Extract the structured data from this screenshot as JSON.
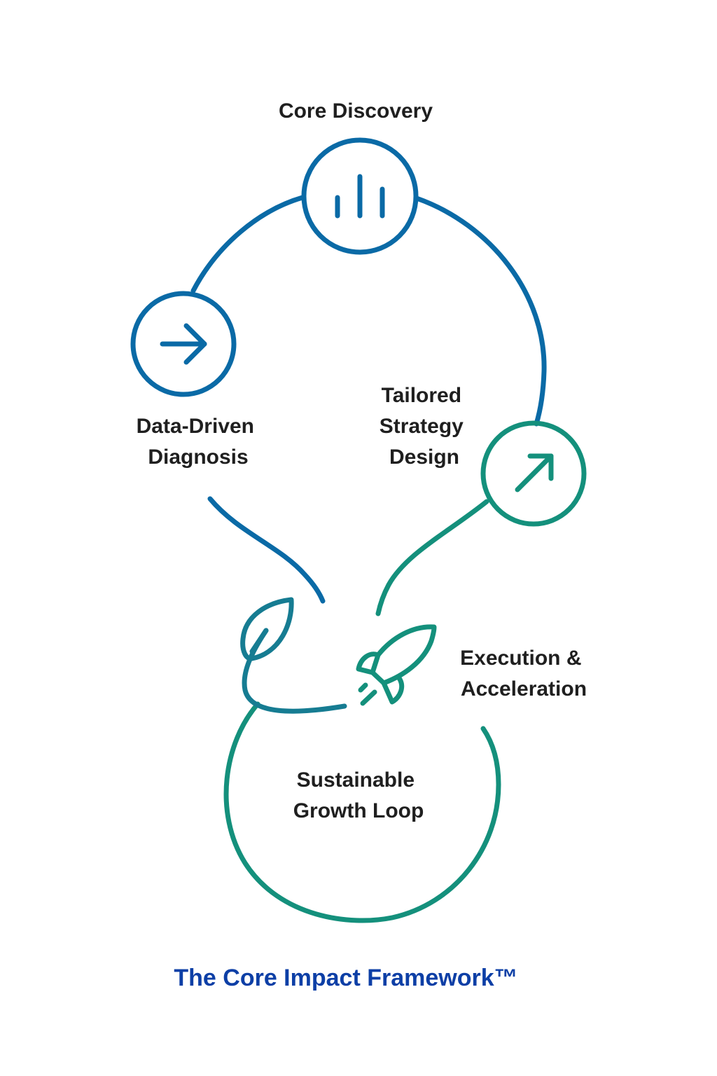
{
  "colors": {
    "blue": "#0a6aa6",
    "teal": "#14907c",
    "title_blue": "#0d3fa6",
    "text": "#1f1f1f"
  },
  "stages": [
    {
      "id": "core-discovery",
      "lines": [
        "Core Discovery"
      ],
      "icon": "bar-chart-icon"
    },
    {
      "id": "data-driven-diagnosis",
      "lines": [
        "Data-Driven",
        "Diagnosis"
      ],
      "icon": "arrow-right-icon"
    },
    {
      "id": "tailored-strategy-design",
      "lines": [
        "Tailored",
        "Strategy",
        "Design"
      ],
      "icon": "arrow-up-right-icon"
    },
    {
      "id": "execution-acceleration",
      "lines": [
        "Execution &",
        "Acceleration"
      ],
      "icon": "rocket-icon"
    },
    {
      "id": "sustainable-growth-loop",
      "lines": [
        "Sustainable",
        "Growth Loop"
      ],
      "icon": "leaf-icon"
    }
  ],
  "title": "The Core Impact Framework™"
}
